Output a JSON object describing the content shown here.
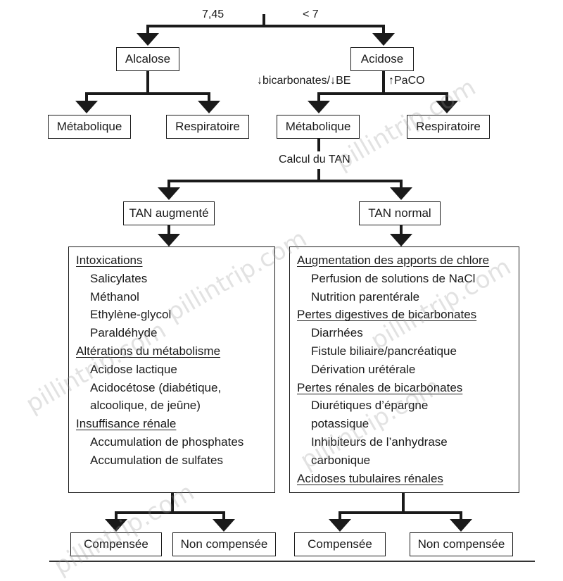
{
  "ph": {
    "high": "7,45",
    "low": "< 7",
    "left_branch": "↓bicarbonates/↓BE",
    "right_branch": "↑PaCO"
  },
  "nodes": {
    "alcalose": "Alcalose",
    "acidose": "Acidose",
    "alc_meta": "Métabolique",
    "alc_resp": "Respiratoire",
    "aci_meta": "Métabolique",
    "aci_resp": "Respiratoire",
    "calcul": "Calcul du TAN",
    "tan_aug": "TAN augmenté",
    "tan_norm": "TAN normal",
    "comp_left": "Compensée",
    "noncomp_left": "Non compensée",
    "comp_right": "Compensée",
    "noncomp_right": "Non compensée"
  },
  "left_list": [
    {
      "text": "Intoxications",
      "heading": true
    },
    {
      "text": "Salicylates",
      "heading": false
    },
    {
      "text": "Méthanol",
      "heading": false
    },
    {
      "text": "Ethylène-glycol",
      "heading": false
    },
    {
      "text": "Paraldéhyde",
      "heading": false
    },
    {
      "text": "Altérations du métabolisme",
      "heading": true
    },
    {
      "text": "Acidose lactique",
      "heading": false
    },
    {
      "text": "Acidocétose (diabétique,",
      "heading": false
    },
    {
      "text": "alcoolique, de jeûne)",
      "heading": false
    },
    {
      "text": "Insuffisance rénale",
      "heading": true
    },
    {
      "text": "Accumulation de phosphates",
      "heading": false
    },
    {
      "text": "Accumulation de sulfates",
      "heading": false
    }
  ],
  "right_list": [
    {
      "text": "Augmentation des apports de chlore",
      "heading": true
    },
    {
      "text": "Perfusion de solutions de NaCl",
      "heading": false
    },
    {
      "text": "Nutrition parentérale",
      "heading": false
    },
    {
      "text": "Pertes digestives de bicarbonates",
      "heading": true
    },
    {
      "text": "Diarrhées",
      "heading": false
    },
    {
      "text": "Fistule biliaire/pancréatique",
      "heading": false
    },
    {
      "text": "Dérivation urétérale",
      "heading": false
    },
    {
      "text": "Pertes rénales de bicarbonates",
      "heading": true
    },
    {
      "text": "Diurétiques d’épargne",
      "heading": false
    },
    {
      "text": "potassique",
      "heading": false
    },
    {
      "text": "Inhibiteurs de l’anhydrase",
      "heading": false
    },
    {
      "text": "carbonique",
      "heading": false
    },
    {
      "text": "Acidoses tubulaires rénales",
      "heading": true
    }
  ],
  "watermark": "pillintrip.com",
  "colors": {
    "line": "#1a1a1a",
    "watermark": "#969696"
  }
}
